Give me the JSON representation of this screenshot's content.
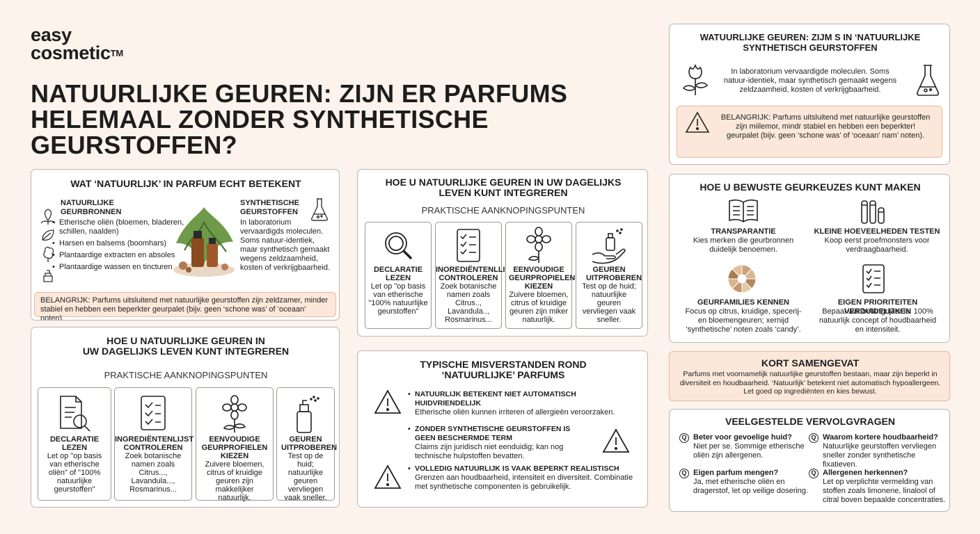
{
  "brand": {
    "line1": "easy",
    "line2": "cosmetic",
    "tm": "TM"
  },
  "title": {
    "line1": "NATUURLIJKE GEUREN: ZIJN ER PARFUMS",
    "line2": "HELEMAAL ZONDER SYNTHETISCHE",
    "line3": "GEURSTOFFEN?"
  },
  "card_meaning": {
    "title": "WAT ‘NATUURLIJK’ IN PARFUM ECHT BETEKENT",
    "natural_heading": "NATUURLIJKE GEURBRONNEN",
    "natural_items": [
      "Etherische oliën (bloemen, bladeren, schillen, naalden)",
      "Harsen en balsems (boomhars)",
      "Plantaardige extracten en absoles",
      "Plantaardige wassen en tincturen"
    ],
    "synthetic_heading": "SYNTHETISCHE GEURSTOFFEN",
    "synthetic_text": "In laboratorium vervaardigds moleculen. Soms natuur-identiek, maar synthetisch gemaakt wegens zeldzaamheid, kosten of verkrijgbaarheid.",
    "note": "BELANGRIJK: Parfums uitsluitend met natuurlijke geurstoffen zijn zeldzamer, minder stabiel en hebben een beperkter geurpalet (bijv. geen ‘schone was’ of ‘oceaan’ noten)."
  },
  "card_daily_left": {
    "title_line1": "HOE U NATUURLIJKE GEUREN IN",
    "title_line2": "UW DAGELIJKS LEVEN KUNT INTEGREREN",
    "subtitle": "PRAKTISCHE AANKNOPINGSPUNTEN",
    "tiles": [
      {
        "title": "DECLARATIE LEZEN",
        "text": "Let op \"op basis van etherische oliën\" of \"100% natuurlijke geurstoffen\""
      },
      {
        "title": "INGREDIËNTENLIJST CONTROLEREN",
        "text": "Zoek botanische namen zoals Citrus..., Lavandula..., Rosmarinus..."
      },
      {
        "title": "EENVOUDIGE GEURPROFIELEN KIEZEN",
        "text": "Zuivere bloemen, citrus of kruidige geuren zijn makkelijker natuurlijk."
      },
      {
        "title": "GEUREN UITPROBEREN",
        "text": "Test op de huid; natuurlijke geuren vervliegen vaak sneller."
      }
    ]
  },
  "card_daily_mid": {
    "title_line1": "HOE U NATUURLIJKE GEUREN IN UW DAGELIJKS",
    "title_line2": "LEVEN KUNT INTEGREREN",
    "subtitle": "PRAKTISCHE AANKNOPINGSPUNTEN",
    "tiles": [
      {
        "title": "DECLARATIE LEZEN",
        "text": "Let op \"op basis van etherische \"100% natuurlijke geurstoffen\""
      },
      {
        "title": "INOREDIËNTENLLIJST CONTROLEREN",
        "text": "Zoek botanische namen zoals Citrus.., Lavandula.., Rosmarinus..."
      },
      {
        "title": "EENVOUDIGE GEURPROPIELEN KIEZEN",
        "text": "Zuivere bloemen, citrus of kruidige geuren zijn miker natuurlijk."
      },
      {
        "title": "GEUREN UITPROBEREN",
        "text": "Test op de huid; natuurlijke geuren vervliegen vaak sneller."
      }
    ]
  },
  "card_misconceptions": {
    "title_line1": "TYPISCHE MISVERSTANDEN ROND",
    "title_line2": "‘NATUURLIJKE’ PARFUMS",
    "items": [
      {
        "title": "NATUURLIJK BETEKENT NIET AUTOMATISCH HUIDVRIENDELIJK",
        "text": "Etherische oliën kunnen irriteren of allergieën veroorzaken."
      },
      {
        "title": "ZONDER SYNTHETISCHE GEURSTOFFEN IS GEEN BESCHERMDE TERM",
        "text": "Claims zijn juridisch niet eenduidig; kan nog technische hulpstoffen bevatten."
      },
      {
        "title": "VOLLEDIG NATUURLIJK IS VAAK BEPERKT REALISTISCH",
        "text": "Grenzen aan houdbaarheid, intensiteit en diversiteit. Combinatie met synthetische componenten is gebruikelijk."
      }
    ]
  },
  "card_right_top": {
    "title_line1": "WATUURLIJKE GEUREN: ZIJM S IN ‘NATUURLIJKE",
    "title_line2": "SYNTHETISCH GEURSTOFFEN",
    "text": "In laboratorium vervaardigde moleculen. Soms natuur-identiek, maar synthetisch gemaakt wegens zeldzaamheid, kosten of verkrijgbaarheid.",
    "note": "BELANGRIJK: Parfums uitsluitend met natuurlijke geurstoffen zijn miilemor, mindr stabiel en hebben een beperkter! geurpalet (bijv. geen ‘schone was’ of ‘oceaan’ nam’ noten)."
  },
  "card_choices": {
    "title": "HOE U BEWUSTE GEURKEUZES KUNT MAKEN",
    "items": [
      {
        "title": "TRANSPARANTIE",
        "text": "Kies merken die geurbronnen duidelijk benoemen."
      },
      {
        "title": "KLEINE HOEVEELHEDEN TESTEN",
        "text": "Koop eerst proefmonsters voor verdraagbaarheid."
      },
      {
        "title": "GEURFAMILIES KENNEN",
        "text": "Focus op citrus, kruidige, specerij- en bloemengeuren; xernijd ‘synthetische’ noten zoals ‘candy’."
      },
      {
        "title": "EIGEN PRIORITEITEN VERDUIDELIJKEN",
        "text": "Bepaal wat belangrijker is: 100% natuurlijk concept of houdbaarheid en intensiteit."
      }
    ]
  },
  "summary": {
    "title": "KORT SAMENGEVAT",
    "text": "Parfums met voornamelijk natuurlijke geurstoffen bestaan, maar zijn beperkt in diversiteit en houdbaarheid. ‘Natuurlijk’ betekent niet automatisch hypoallergeen. Let goed op ingrediënten en kies bewust."
  },
  "faq": {
    "title": "VEELGESTELDE VERVOLGVRAGEN",
    "icon_letter": "Q",
    "items": [
      {
        "q": "Beter voor gevoelige huid?",
        "a": "Niet per se. Sommige etherische oliën zijn allergenen."
      },
      {
        "q": "Waarom kortere houdbaarheid?",
        "a": "Natuurlijke geurstoffen vervliegen sneller zonder synthetische fixatieven."
      },
      {
        "q": "Eigen parfum mengen?",
        "a": "Ja, met etherische oliën en dragerstof, let op veilige dosering."
      },
      {
        "q": "Allergenen herkennen?",
        "a": "Let op verplichte vermelding van stoffen zoals limonene, linalool of citral boven bepaalde concentraties."
      }
    ]
  },
  "colors": {
    "background": "#fbf3ec",
    "note_bg": "#fbe8da",
    "note_border": "#e8b99a",
    "text": "#1d1d1d"
  }
}
